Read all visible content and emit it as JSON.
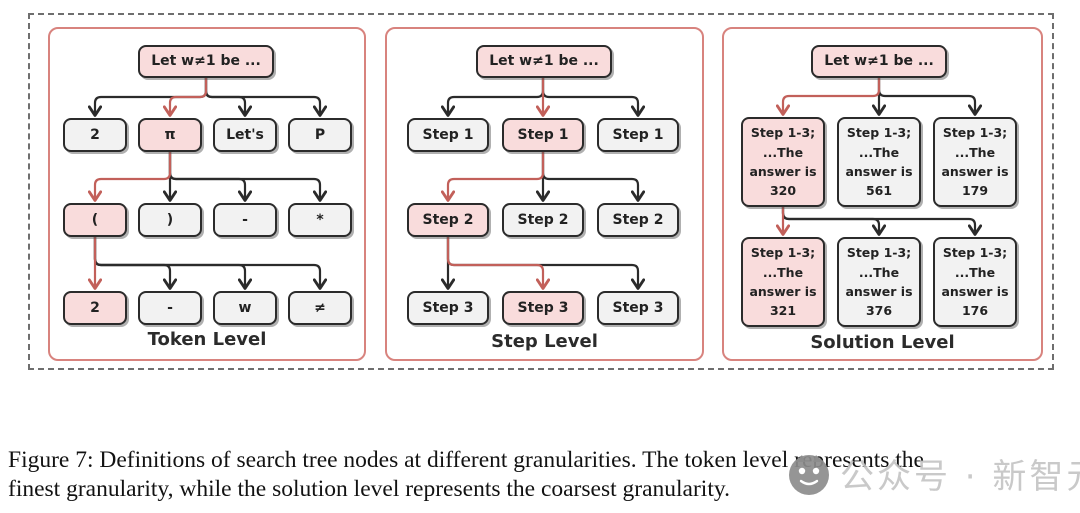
{
  "figure": {
    "panels": [
      {
        "title": "Token Level",
        "root": "Let w≠1 be ...",
        "rows": [
          [
            "2",
            "π",
            "Let's",
            "P"
          ],
          [
            "(",
            ")",
            "-",
            "*"
          ],
          [
            "2",
            "-",
            "w",
            "≠"
          ]
        ]
      },
      {
        "title": "Step Level",
        "root": "Let w≠1 be ...",
        "rows": [
          [
            "Step 1",
            "Step 1",
            "Step 1"
          ],
          [
            "Step 2",
            "Step 2",
            "Step 2"
          ],
          [
            "Step 3",
            "Step 3",
            "Step 3"
          ]
        ]
      },
      {
        "title": "Solution Level",
        "root": "Let w≠1 be ...",
        "rows": [
          [
            "Step 1-3;\n...The\nanswer is\n320",
            "Step 1-3;\n...The\nanswer is\n561",
            "Step 1-3;\n...The\nanswer is\n179"
          ],
          [
            "Step 1-3;\n...The\nanswer is\n321",
            "Step 1-3;\n...The\nanswer is\n376",
            "Step 1-3;\n...The\nanswer is\n176"
          ]
        ]
      }
    ],
    "caption": {
      "line1": "Figure 7: Definitions of search tree nodes at different granularities. The token level represents the",
      "line2": "finest granularity, while the solution level represents the coarsest granularity."
    },
    "watermark_text": "公众号 · 新智元"
  },
  "colors": {
    "highlight_fill": "#f9dcdc",
    "node_fill": "#f2f2f2",
    "node_border": "#2b2b2b",
    "arrow_black": "#2b2b2b",
    "arrow_red": "#c2605a",
    "panel_border": "#d8837e",
    "watermark_gray": "#c4c4c4"
  }
}
